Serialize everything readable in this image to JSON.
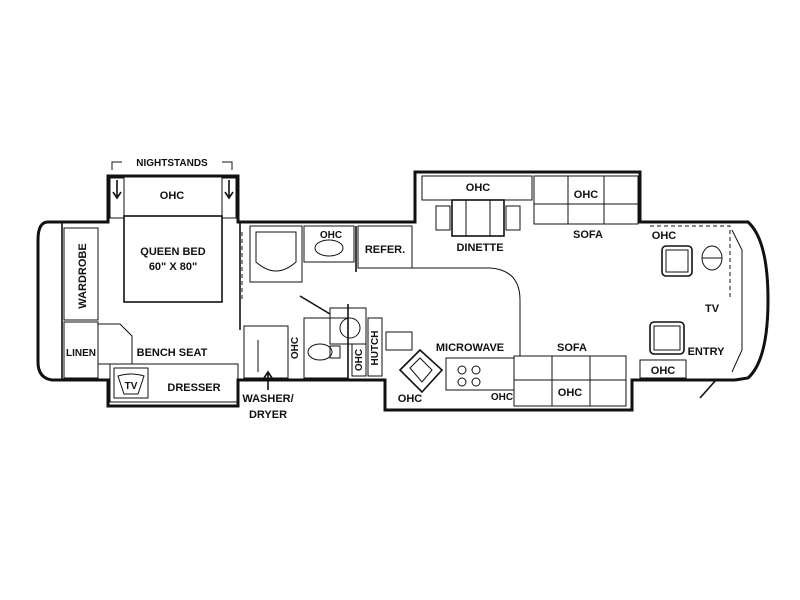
{
  "labels": {
    "nightstands": "NIGHTSTANDS",
    "ohc_bedroom": "OHC",
    "queen_bed": "QUEEN BED",
    "bed_size": "60\" X 80\"",
    "wardrobe": "WARDROBE",
    "linen": "LINEN",
    "bench_seat": "BENCH SEAT",
    "tv_bedroom": "TV",
    "dresser": "DRESSER",
    "washer_dryer_1": "WASHER/",
    "washer_dryer_2": "DRYER",
    "ohc_bath_top": "OHC",
    "ohc_bath_side": "OHC",
    "ohc_vertical": "OHC",
    "hutch": "HUTCH",
    "refer": "REFER.",
    "ohc_dinette": "OHC",
    "dinette": "DINETTE",
    "ohc_sofa_top": "OHC",
    "sofa_top": "SOFA",
    "ohc_front": "OHC",
    "tv_front": "TV",
    "entry": "ENTRY",
    "ohc_entry": "OHC",
    "microwave": "MICROWAVE",
    "sofa_bottom": "SOFA",
    "ohc_kitchen_1": "OHC",
    "ohc_kitchen_2": "OHC",
    "ohc_sofa_bottom": "OHC"
  }
}
